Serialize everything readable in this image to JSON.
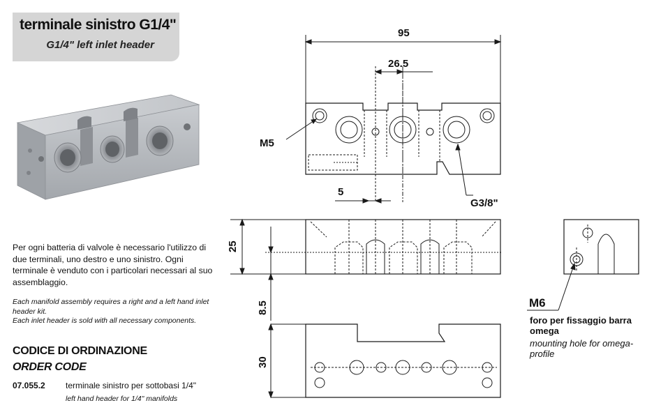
{
  "title": {
    "it": "terminale sinistro G1/4\"",
    "en": "G1/4\" left inlet header"
  },
  "description": {
    "it": "Per ogni batteria di valvole è necessario l'utilizzo di due terminali, uno destro e uno sinistro. Ogni terminale è venduto con i particolari necessari al suo assemblaggio.",
    "en_line1": "Each manifold assembly requires a right and a left hand inlet header kit.",
    "en_line2": "Each inlet header is sold with all necessary components."
  },
  "order": {
    "heading_it": "CODICE DI ORDINAZIONE",
    "heading_en": "ORDER CODE",
    "code": "07.055.2",
    "desc_it": "terminale sinistro per sottobasi 1/4\"",
    "desc_en": "left hand header for 1/4\" manifolds"
  },
  "drawing": {
    "dim_95": "95",
    "dim_26_5": "26.5",
    "dim_5": "5",
    "label_m5": "M5",
    "label_g38": "G3/8\"",
    "dim_25": "25",
    "dim_8_5": "8.5",
    "dim_30": "30",
    "label_m6": "M6"
  },
  "omega": {
    "it": "foro per fissaggio barra omega",
    "en": "mounting hole for omega-profile"
  },
  "colors": {
    "title_box": "#d5d5d5",
    "photo_metal": "#b9bcc0",
    "line": "#1a1a1a"
  }
}
